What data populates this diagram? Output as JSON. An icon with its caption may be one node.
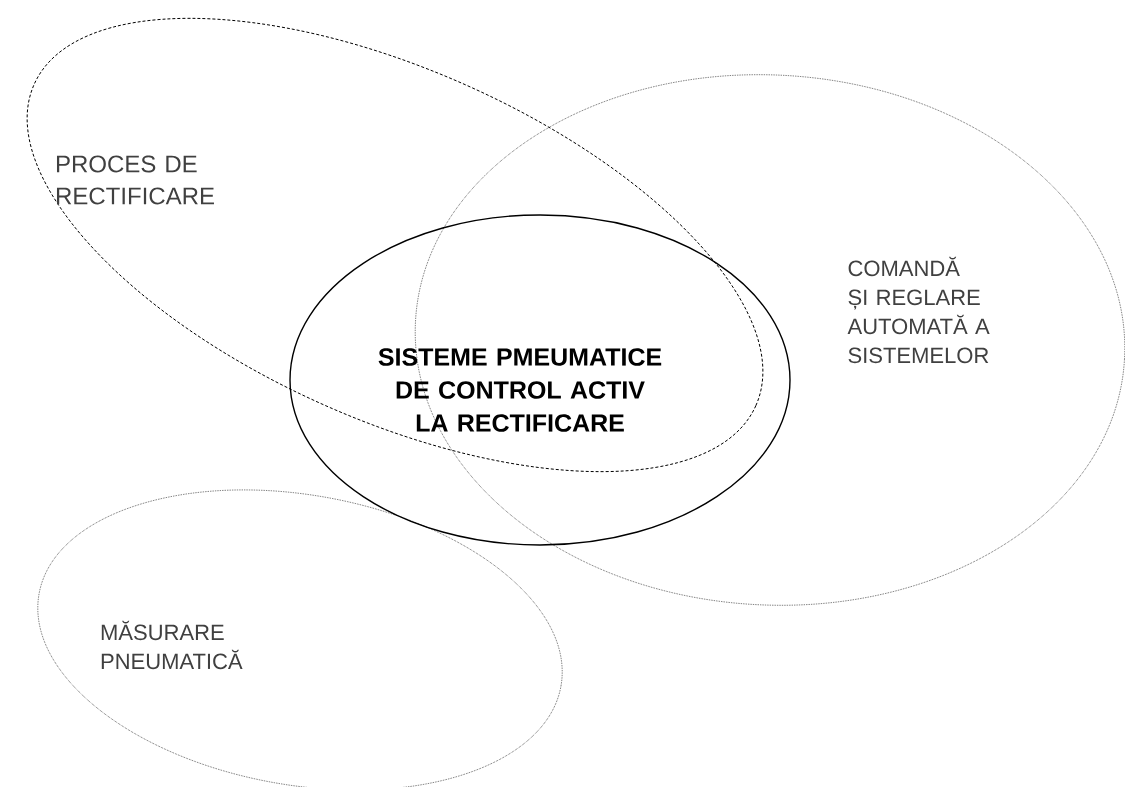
{
  "diagram": {
    "nodes": [
      {
        "text": [
          "PROCES DE RECTIFICARE"
        ]
      },
      {
        "text": [
          "COMANDĂ ȘI REGLARE AUTOMATĂ A SISTEMELOR"
        ]
      },
      {
        "text": [
          "SISTEME PMEUMATICE DE CONTROL ACTIV LA RECTIFICARE"
        ]
      },
      {
        "text": [
          "MĂSURARE PNEUMATICĂ"
        ]
      }
    ]
  }
}
